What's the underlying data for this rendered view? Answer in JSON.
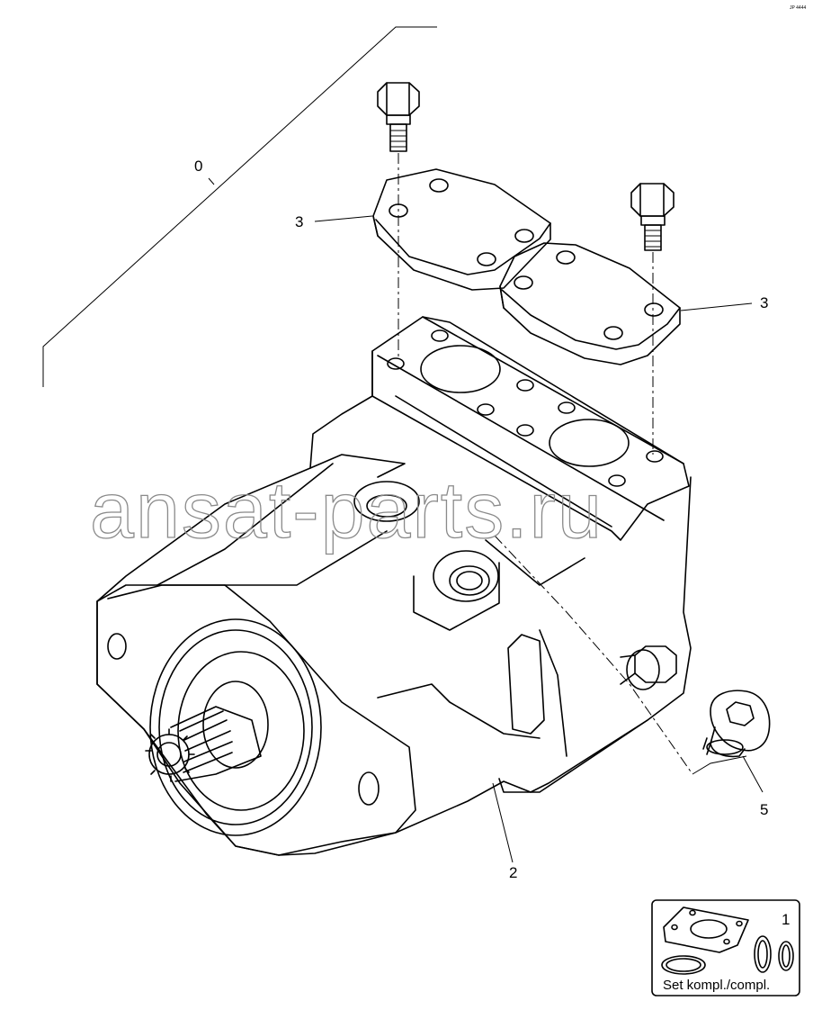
{
  "callouts": {
    "assembly": "0",
    "kit": "1",
    "pump_body": "2",
    "flange_left": "3",
    "flange_right": "3",
    "plug": "5"
  },
  "inset": {
    "label": "Set kompl./compl."
  },
  "watermark": "ansat-parts.ru",
  "corner_code": "JP 4444"
}
